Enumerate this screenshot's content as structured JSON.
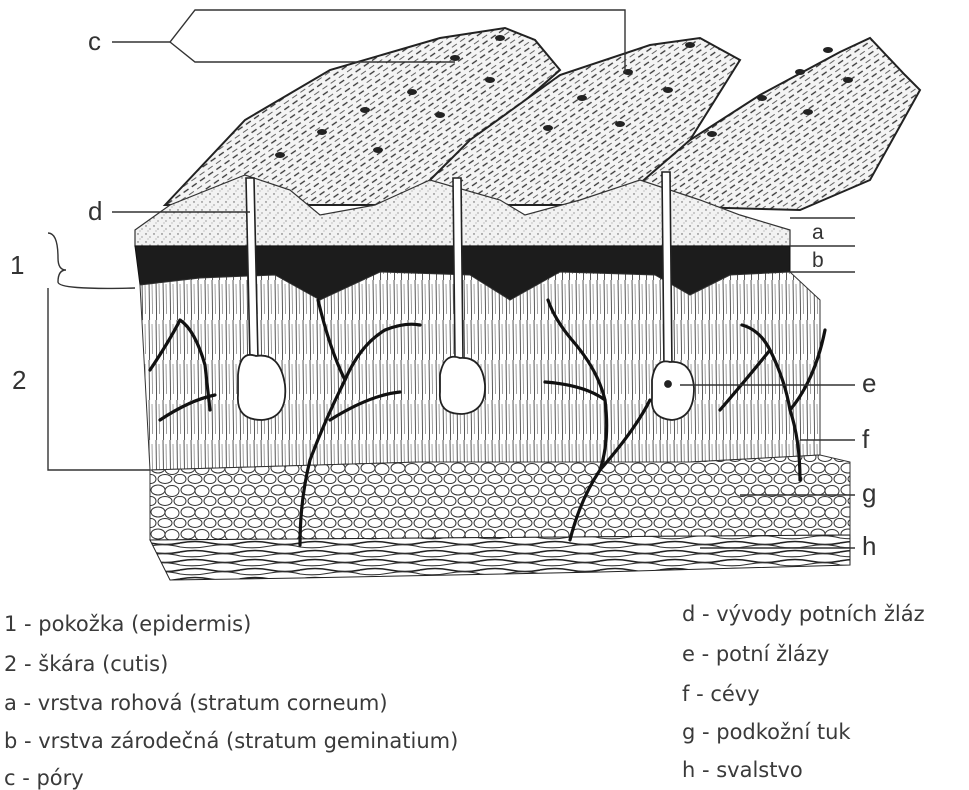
{
  "diagram": {
    "labels": {
      "c": "c",
      "d": "d",
      "one": "1",
      "two": "2",
      "a": "a",
      "b": "b",
      "e": "e",
      "f": "f",
      "g": "g",
      "h": "h"
    }
  },
  "legend": {
    "left": [
      "1 - pokožka (epidermis)",
      "2 - škára (cutis)",
      "a - vrstva rohová (stratum corneum)",
      "b - vrstva zárodečná (stratum geminatium)",
      "c - póry"
    ],
    "right": [
      "d - vývody potních žláz",
      "e - potní žlázy",
      "f - cévy",
      "g - podkožní tuk",
      "h - svalstvo"
    ]
  }
}
